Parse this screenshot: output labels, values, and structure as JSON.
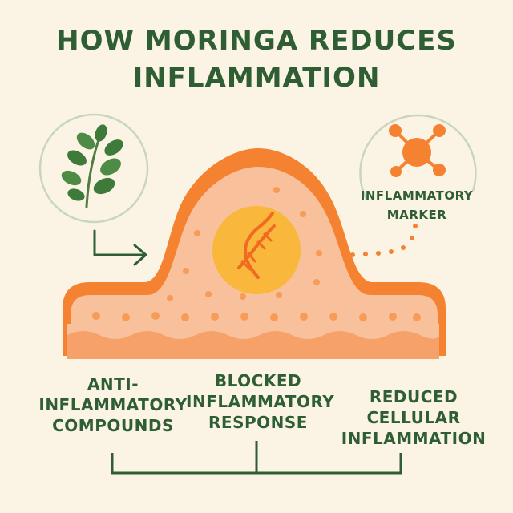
{
  "title": {
    "line1": "HOW MORINGA REDUCES",
    "line2": "INFLAMMATION"
  },
  "icons": {
    "leaf": "moringa-leaf-icon",
    "dna": "dna-icon",
    "molecule": "molecule-icon",
    "arrow": "arrow-right-icon"
  },
  "colors": {
    "green": "#2f5e34",
    "orange": "#f58230",
    "peach": "#f9c09c",
    "yellow": "#f9b73c",
    "background": "#fbf4e4"
  },
  "marker": {
    "line1": "INFLAMMATORY",
    "line2": "MARKER"
  },
  "labels": [
    {
      "lines": [
        "ANTI-",
        "INFLAMMATORY",
        "COMPOUNDS"
      ]
    },
    {
      "lines": [
        "BLOCKED",
        "INFLAMMATORY",
        "RESPONSE"
      ]
    },
    {
      "lines": [
        "REDUCED",
        "CELLULAR",
        "INFLAMMATION"
      ]
    }
  ]
}
